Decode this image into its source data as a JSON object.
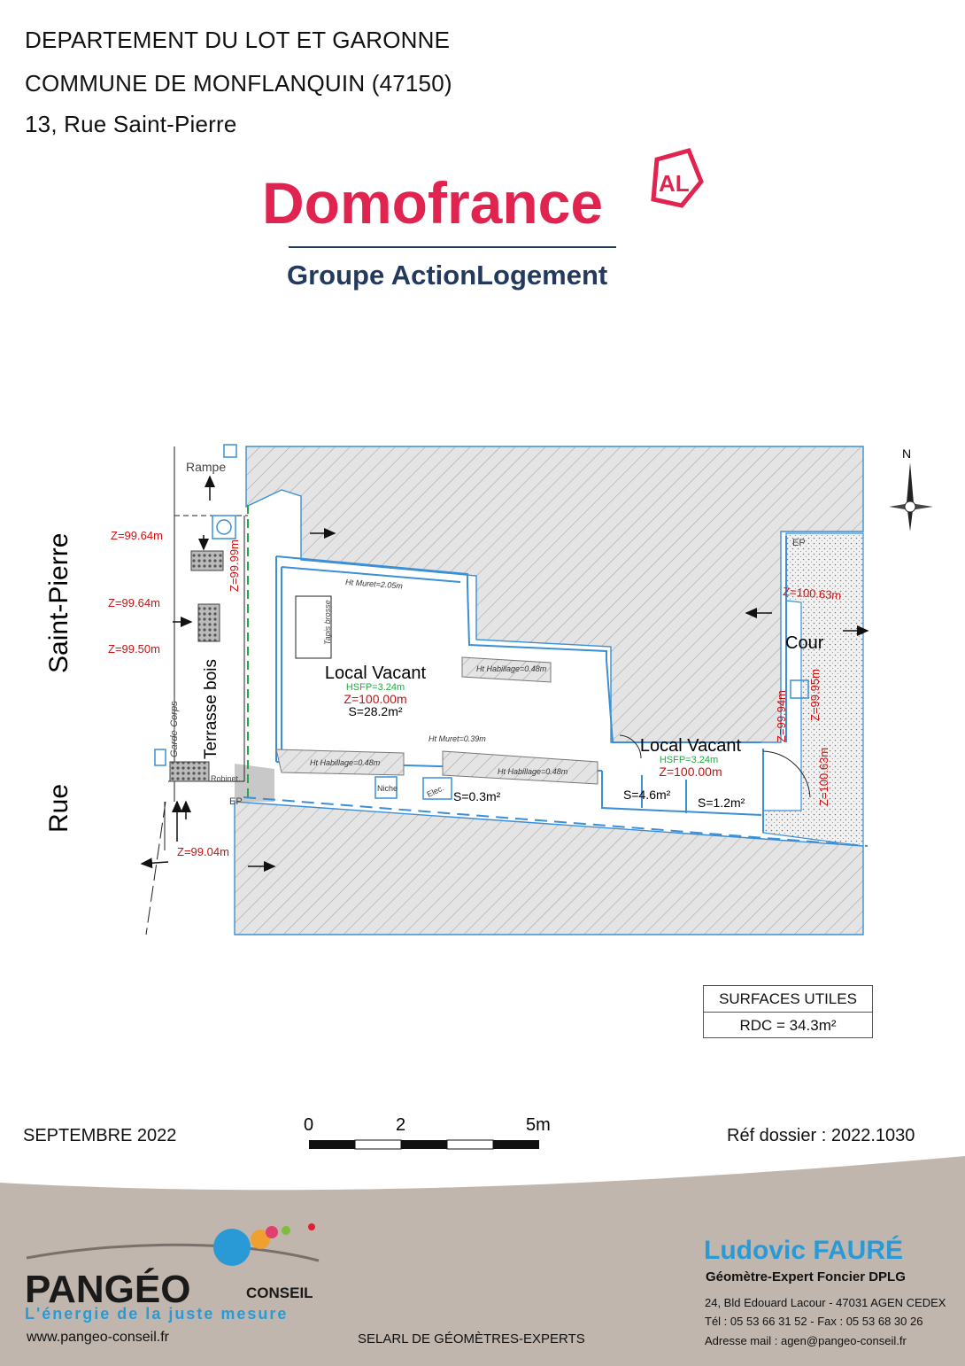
{
  "header": {
    "line1": "DEPARTEMENT DU LOT ET GARONNE",
    "line2": "COMMUNE DE MONFLANQUIN (47150)",
    "line3": "13, Rue Saint-Pierre"
  },
  "brand": {
    "name": "Domofrance",
    "badge": "AL",
    "group": "Groupe ActionLogement",
    "color": "#e0244f",
    "navy": "#233a5e"
  },
  "plan": {
    "street_top": "Saint-Pierre",
    "street_bottom": "Rue",
    "ramp": "Rampe",
    "terrace": "Terrasse bois",
    "garde_corps": "Garde-Corps",
    "robinet": "Robinet",
    "ep_left": "EP",
    "ep_right": "EP",
    "north": "N",
    "cour": "Cour",
    "tapis": "Tapis brosse",
    "muret1": "Ht Muret=2.05m",
    "muret2": "Ht Muret=0.39m",
    "habillage1": "Ht Habillage=0.48m",
    "habillage2": "Ht Habillage=0.48m",
    "habillage3": "Ht Habillage=0.48m",
    "niche": "Niche",
    "elec": "Elec.",
    "room1": {
      "name": "Local Vacant",
      "hsfp": "HSFP=3.24m",
      "z": "Z=100.00m",
      "s": "S=28.2m²"
    },
    "room2": {
      "name": "Local Vacant",
      "hsfp": "HSFP=3.24m",
      "z": "Z=100.00m"
    },
    "s_small1": "S=0.3m²",
    "s_small2": "S=4.6m²",
    "s_small3": "S=1.2m²",
    "z_labels": {
      "a": "Z=99.64m",
      "b": "Z=99.64m",
      "c": "Z=99.50m",
      "d": "Z=99.99m",
      "e": "Z=99.04m",
      "f": "Z=100.63m",
      "g": "Z=99.94m",
      "h": "Z=99.95m",
      "i": "Z=100.63m"
    },
    "colors": {
      "wall": "#3a8fd6",
      "z": "#cc1111",
      "hsfp": "#22aa44",
      "hatch": "#9a9a9a"
    }
  },
  "surfaces": {
    "title": "SURFACES UTILES",
    "value": "RDC = 34.3m²"
  },
  "footer": {
    "date": "SEPTEMBRE 2022",
    "scale": [
      "0",
      "2",
      "5m"
    ],
    "ref": "Réf dossier : 2022.1030",
    "pangeo": "PANGÉO",
    "conseil": "CONSEIL",
    "tagline": "L'énergie de la juste mesure",
    "website": "www.pangeo-conseil.fr",
    "selarl": "SELARL DE GÉOMÈTRES-EXPERTS",
    "expert_name": "Ludovic FAURÉ",
    "expert_title": "Géomètre-Expert Foncier DPLG",
    "address": "24, Bld Edouard Lacour - 47031 AGEN CEDEX",
    "phone": "Tél  :  05 53 66 31 52  -  Fax  :  05 53 68 30 26",
    "mail": "Adresse mail  :  agen@pangeo-conseil.fr"
  }
}
